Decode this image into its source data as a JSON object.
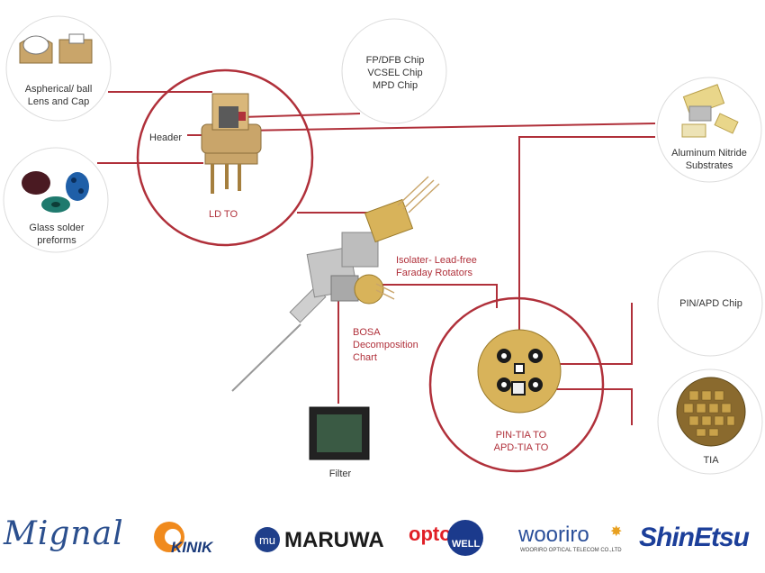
{
  "labels": {
    "aspherical_lens": "Aspherical/ ball\nLens and Cap",
    "chips": "FP/DFB Chip\nVCSEL Chip\nMPD Chip",
    "header": "Header",
    "glass_solder": "Glass solder\npreforms",
    "ld_to": "LD TO",
    "aluminum_nitride": "Aluminum Nitride\nSubstrates",
    "isolator": "Isolater- Lead-free\nFaraday Rotators",
    "bosa": "BOSA\nDecomposition\nChart",
    "pin_apd_chip": "PIN/APD Chip",
    "filter": "Filter",
    "pin_tia_to": "PIN-TIA TO\nAPD-TIA TO",
    "tia": "TIA"
  },
  "logos": {
    "mignal": "Mignal",
    "kinik": "KINIK",
    "maruwa": "MARUWA",
    "optowell_opto": "opto",
    "optowell_well": "WELL",
    "wooriro": "wooriro",
    "wooriro_sub": "WOORIRO OPTICAL TELECOM CO.,LTD",
    "shinetsu": "ShinEtsu"
  },
  "colors": {
    "line": "#b0303a",
    "circle_border": "#d8d8d8",
    "gold": "#c9a56a"
  }
}
